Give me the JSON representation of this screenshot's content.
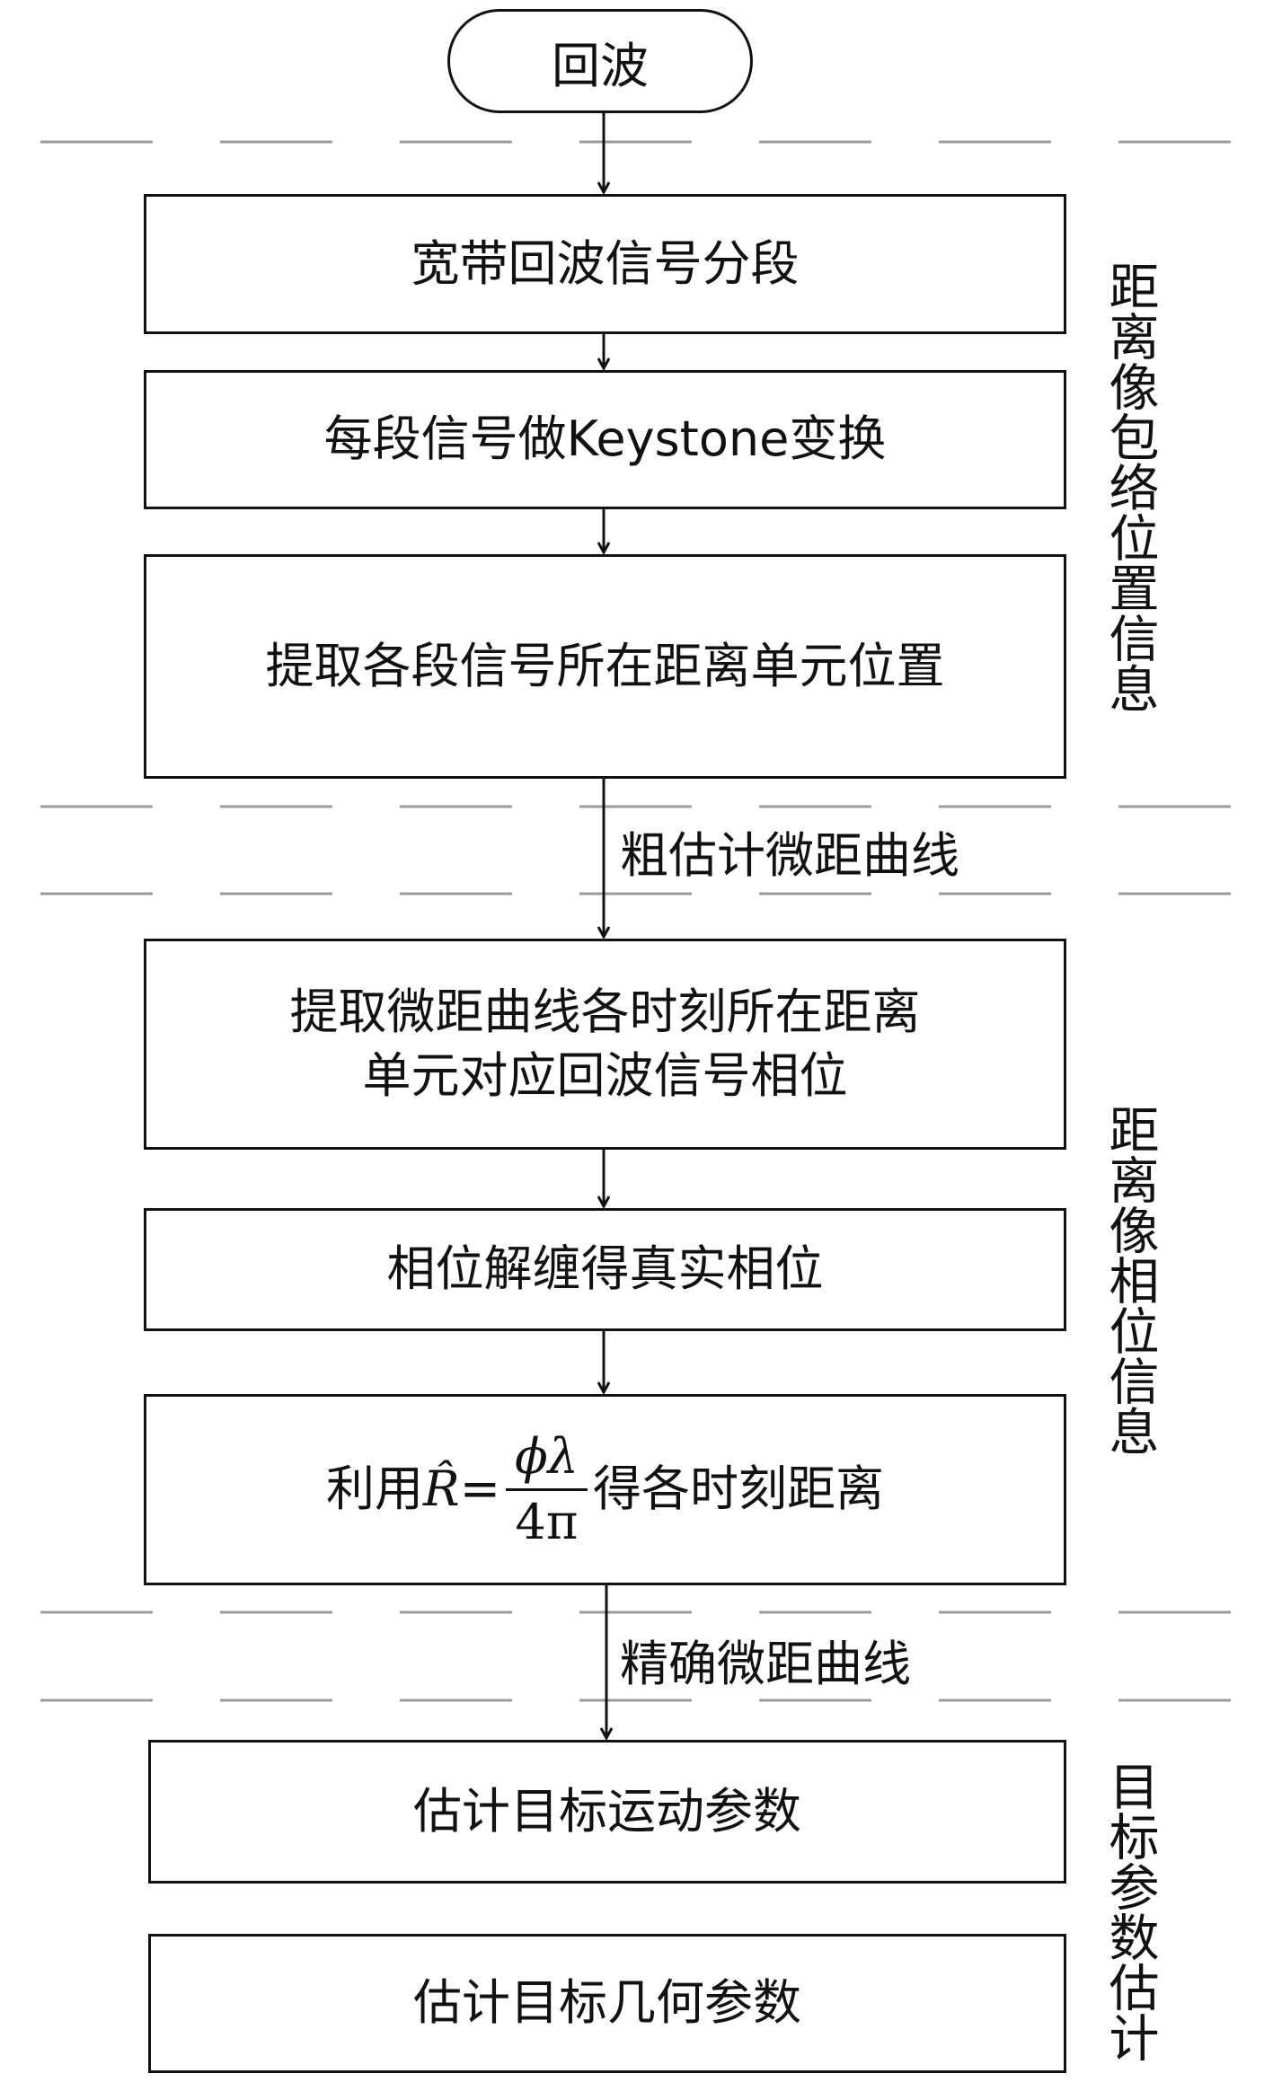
{
  "start": "回波",
  "boxes": {
    "b1": "宽带回波信号分段",
    "b2": "每段信号做Keystone变换",
    "b3": "提取各段信号所在距离单元位置",
    "b4_line1": "提取微距曲线各时刻所在距离",
    "b4_line2": "单元对应回波信号相位",
    "b5": "相位解缠得真实相位",
    "b6_prefix": "利用",
    "b6_rhat": "R̂",
    "b6_eq": "=",
    "b6_num": "ϕλ",
    "b6_den": "4π",
    "b6_suffix": "得各时刻距离",
    "b7": "估计目标运动参数",
    "b8": "估计目标几何参数"
  },
  "edge_labels": {
    "coarse": "粗估计微距曲线",
    "precise": "精确微距曲线"
  },
  "side_labels": {
    "s1": "距离像包络位置信息",
    "s2": "距离像相位信息",
    "s3": "目标参数估计"
  }
}
